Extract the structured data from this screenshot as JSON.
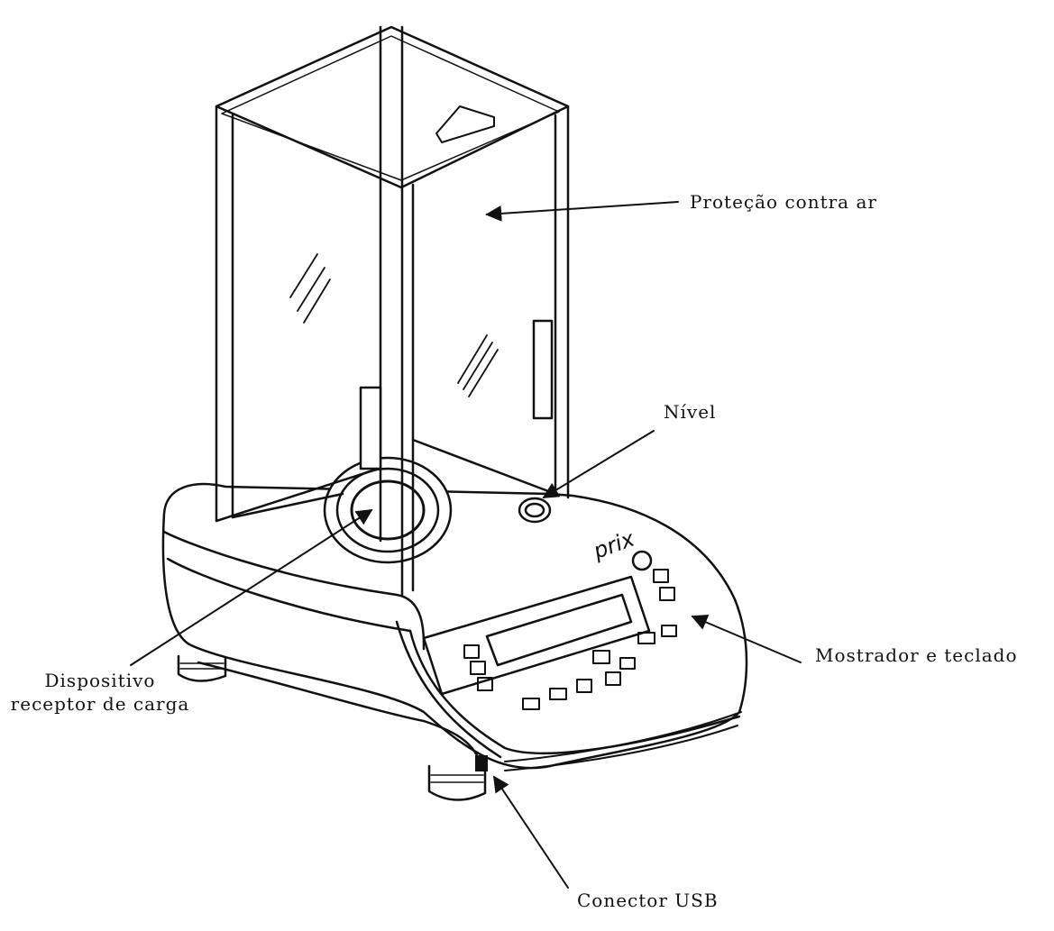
{
  "diagram": {
    "brand": "prix",
    "labels": {
      "air_shield": "Proteção contra ar",
      "level": "Nível",
      "display_keypad": "Mostrador e teclado",
      "load_receptor_line1": "Dispositivo",
      "load_receptor_line2": "receptor de carga",
      "usb_connector": "Conector USB"
    }
  }
}
